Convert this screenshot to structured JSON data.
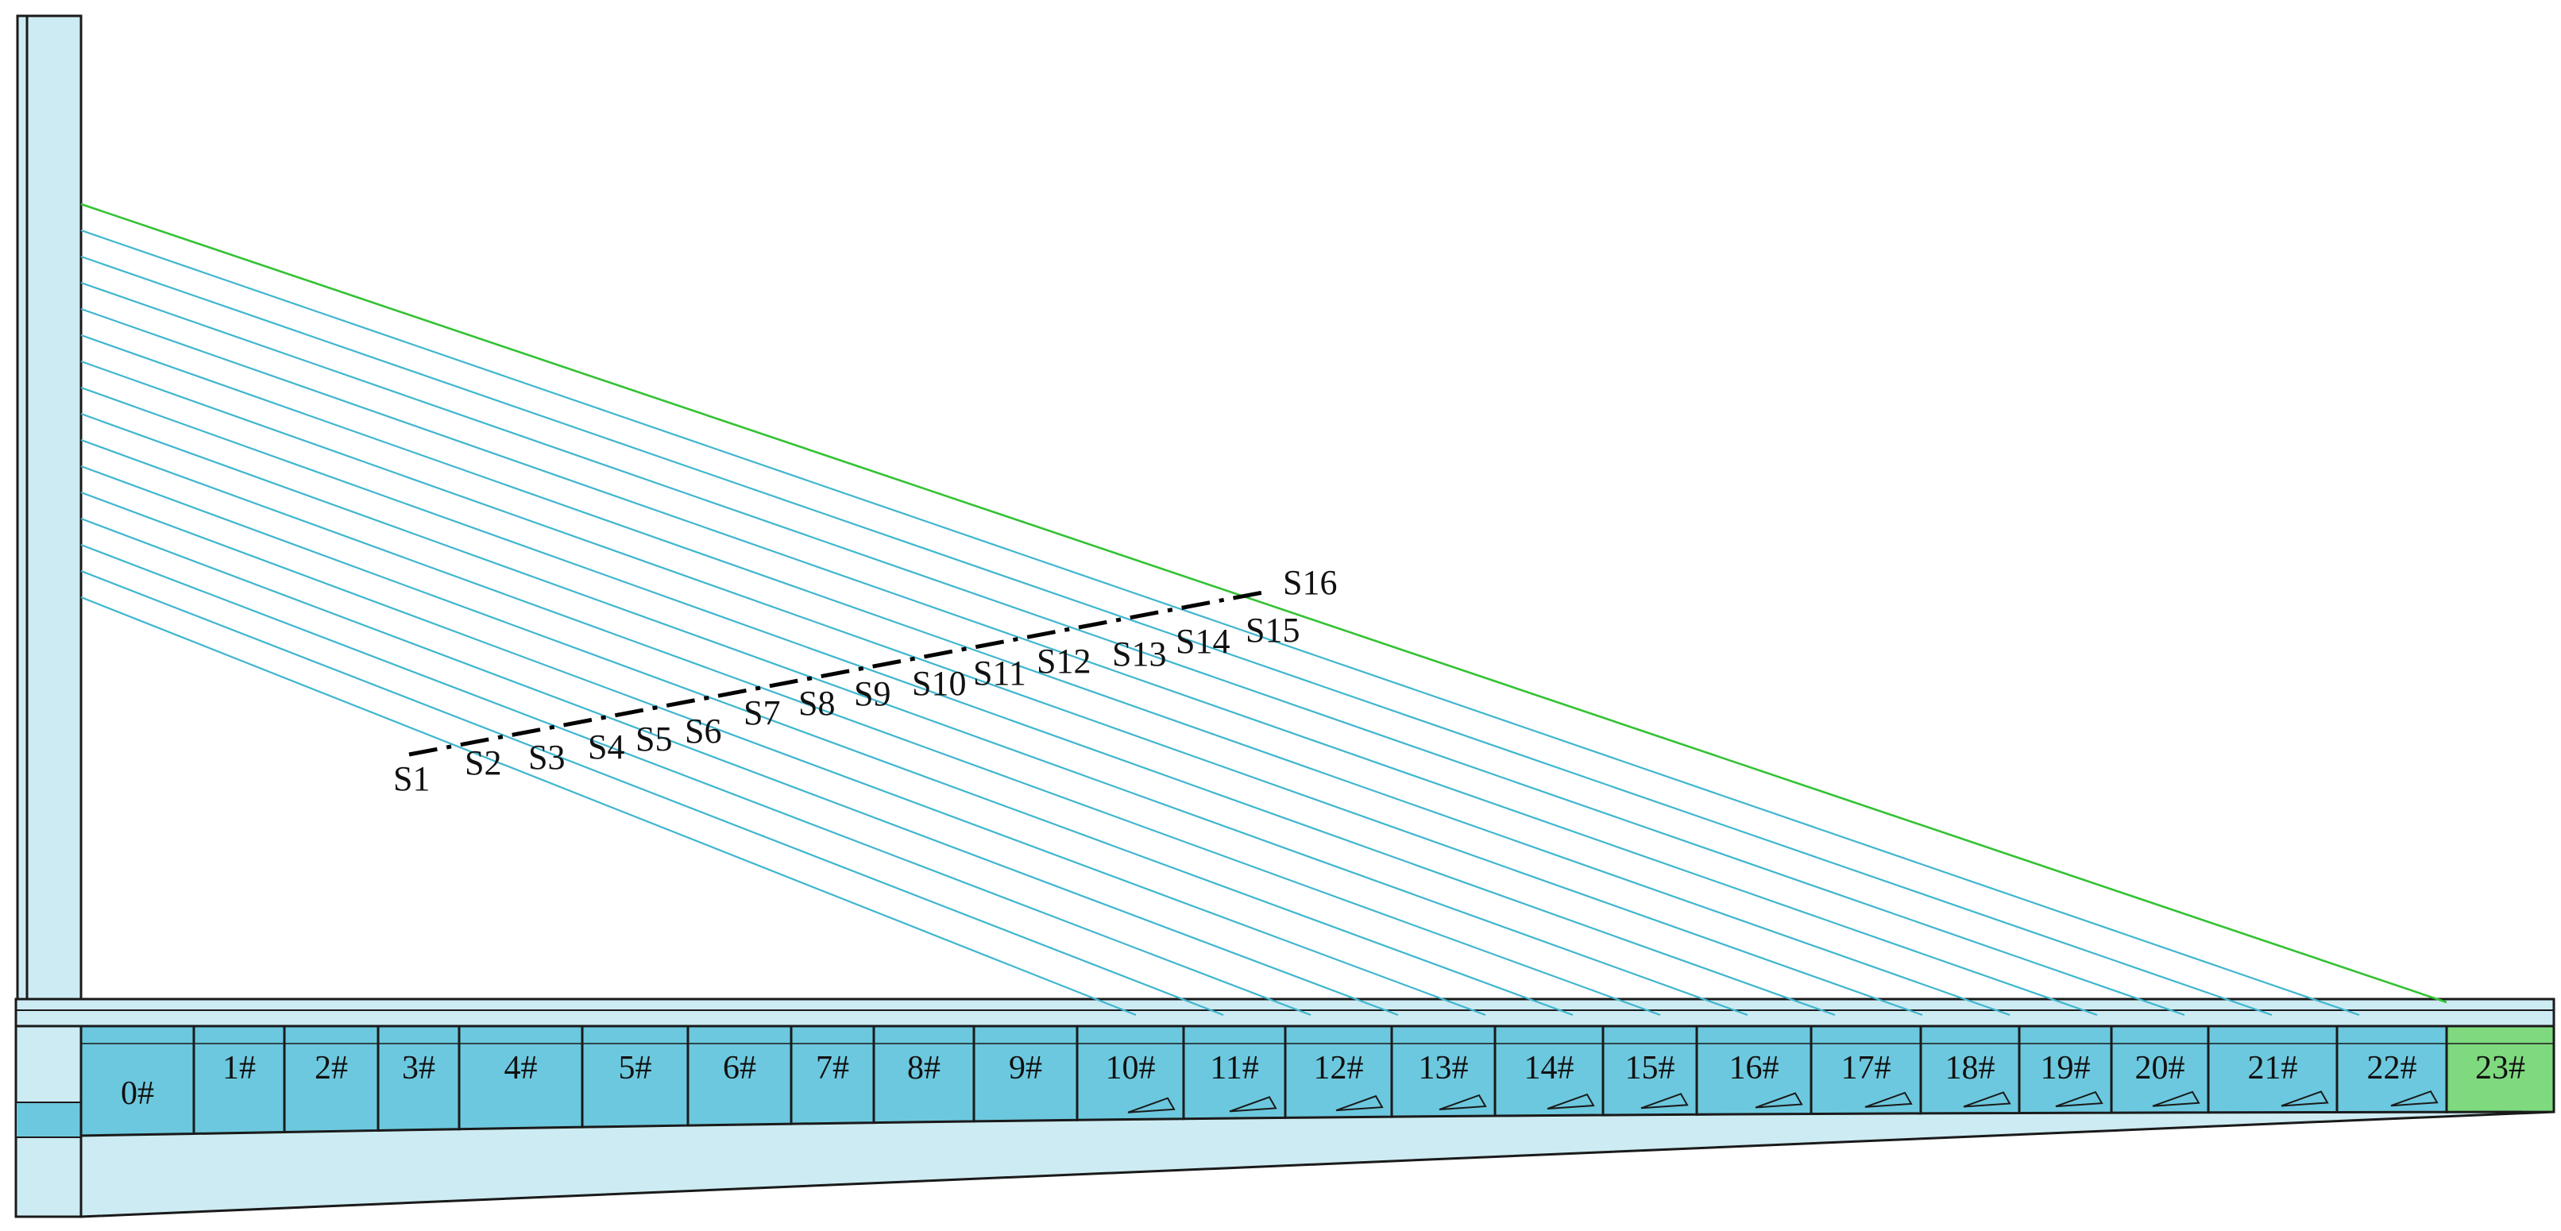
{
  "colors": {
    "cable": "#3fb6cf",
    "last_cable": "#33c233",
    "pylon_fill": "#cdebf2",
    "deck_fill": "#cdebf2",
    "segment_fill": "#6cc8de",
    "last_segment_fill": "#7fd97f",
    "outline": "#1a1a1a",
    "section_line": "#000000"
  },
  "diagram": {
    "segments": [
      "0#",
      "1#",
      "2#",
      "3#",
      "4#",
      "5#",
      "6#",
      "7#",
      "8#",
      "9#",
      "10#",
      "11#",
      "12#",
      "13#",
      "14#",
      "15#",
      "16#",
      "17#",
      "18#",
      "19#",
      "20#",
      "21#",
      "22#",
      "23#"
    ],
    "sections": [
      "S1",
      "S2",
      "S3",
      "S4",
      "S5",
      "S6",
      "S7",
      "S8",
      "S9",
      "S10",
      "S11",
      "S12",
      "S13",
      "S14",
      "S15",
      "S16"
    ]
  }
}
